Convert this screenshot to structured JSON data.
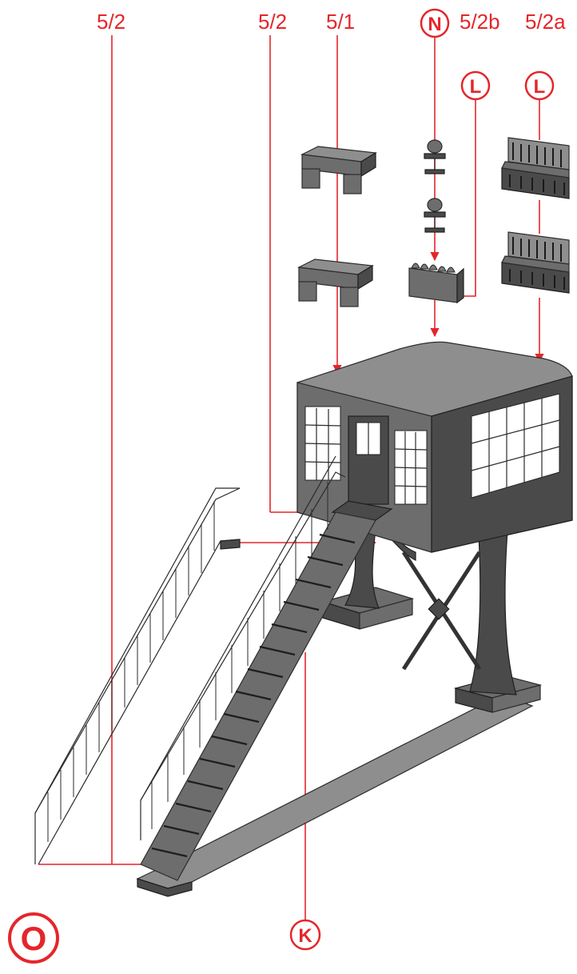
{
  "colors": {
    "accent": "#e4262b",
    "part": "#6d6d6d",
    "part_dark": "#4a4a4a"
  },
  "labels": {
    "stair_left": "5/2",
    "stair_right": "5/2",
    "desks": "5/1",
    "chairs_circle": "N",
    "lever_frame": "5/2b",
    "lever_frame_circle": "L",
    "lever_benches": "5/2a",
    "lever_benches_circle": "L",
    "base_circle": "K",
    "step_circle": "O"
  }
}
